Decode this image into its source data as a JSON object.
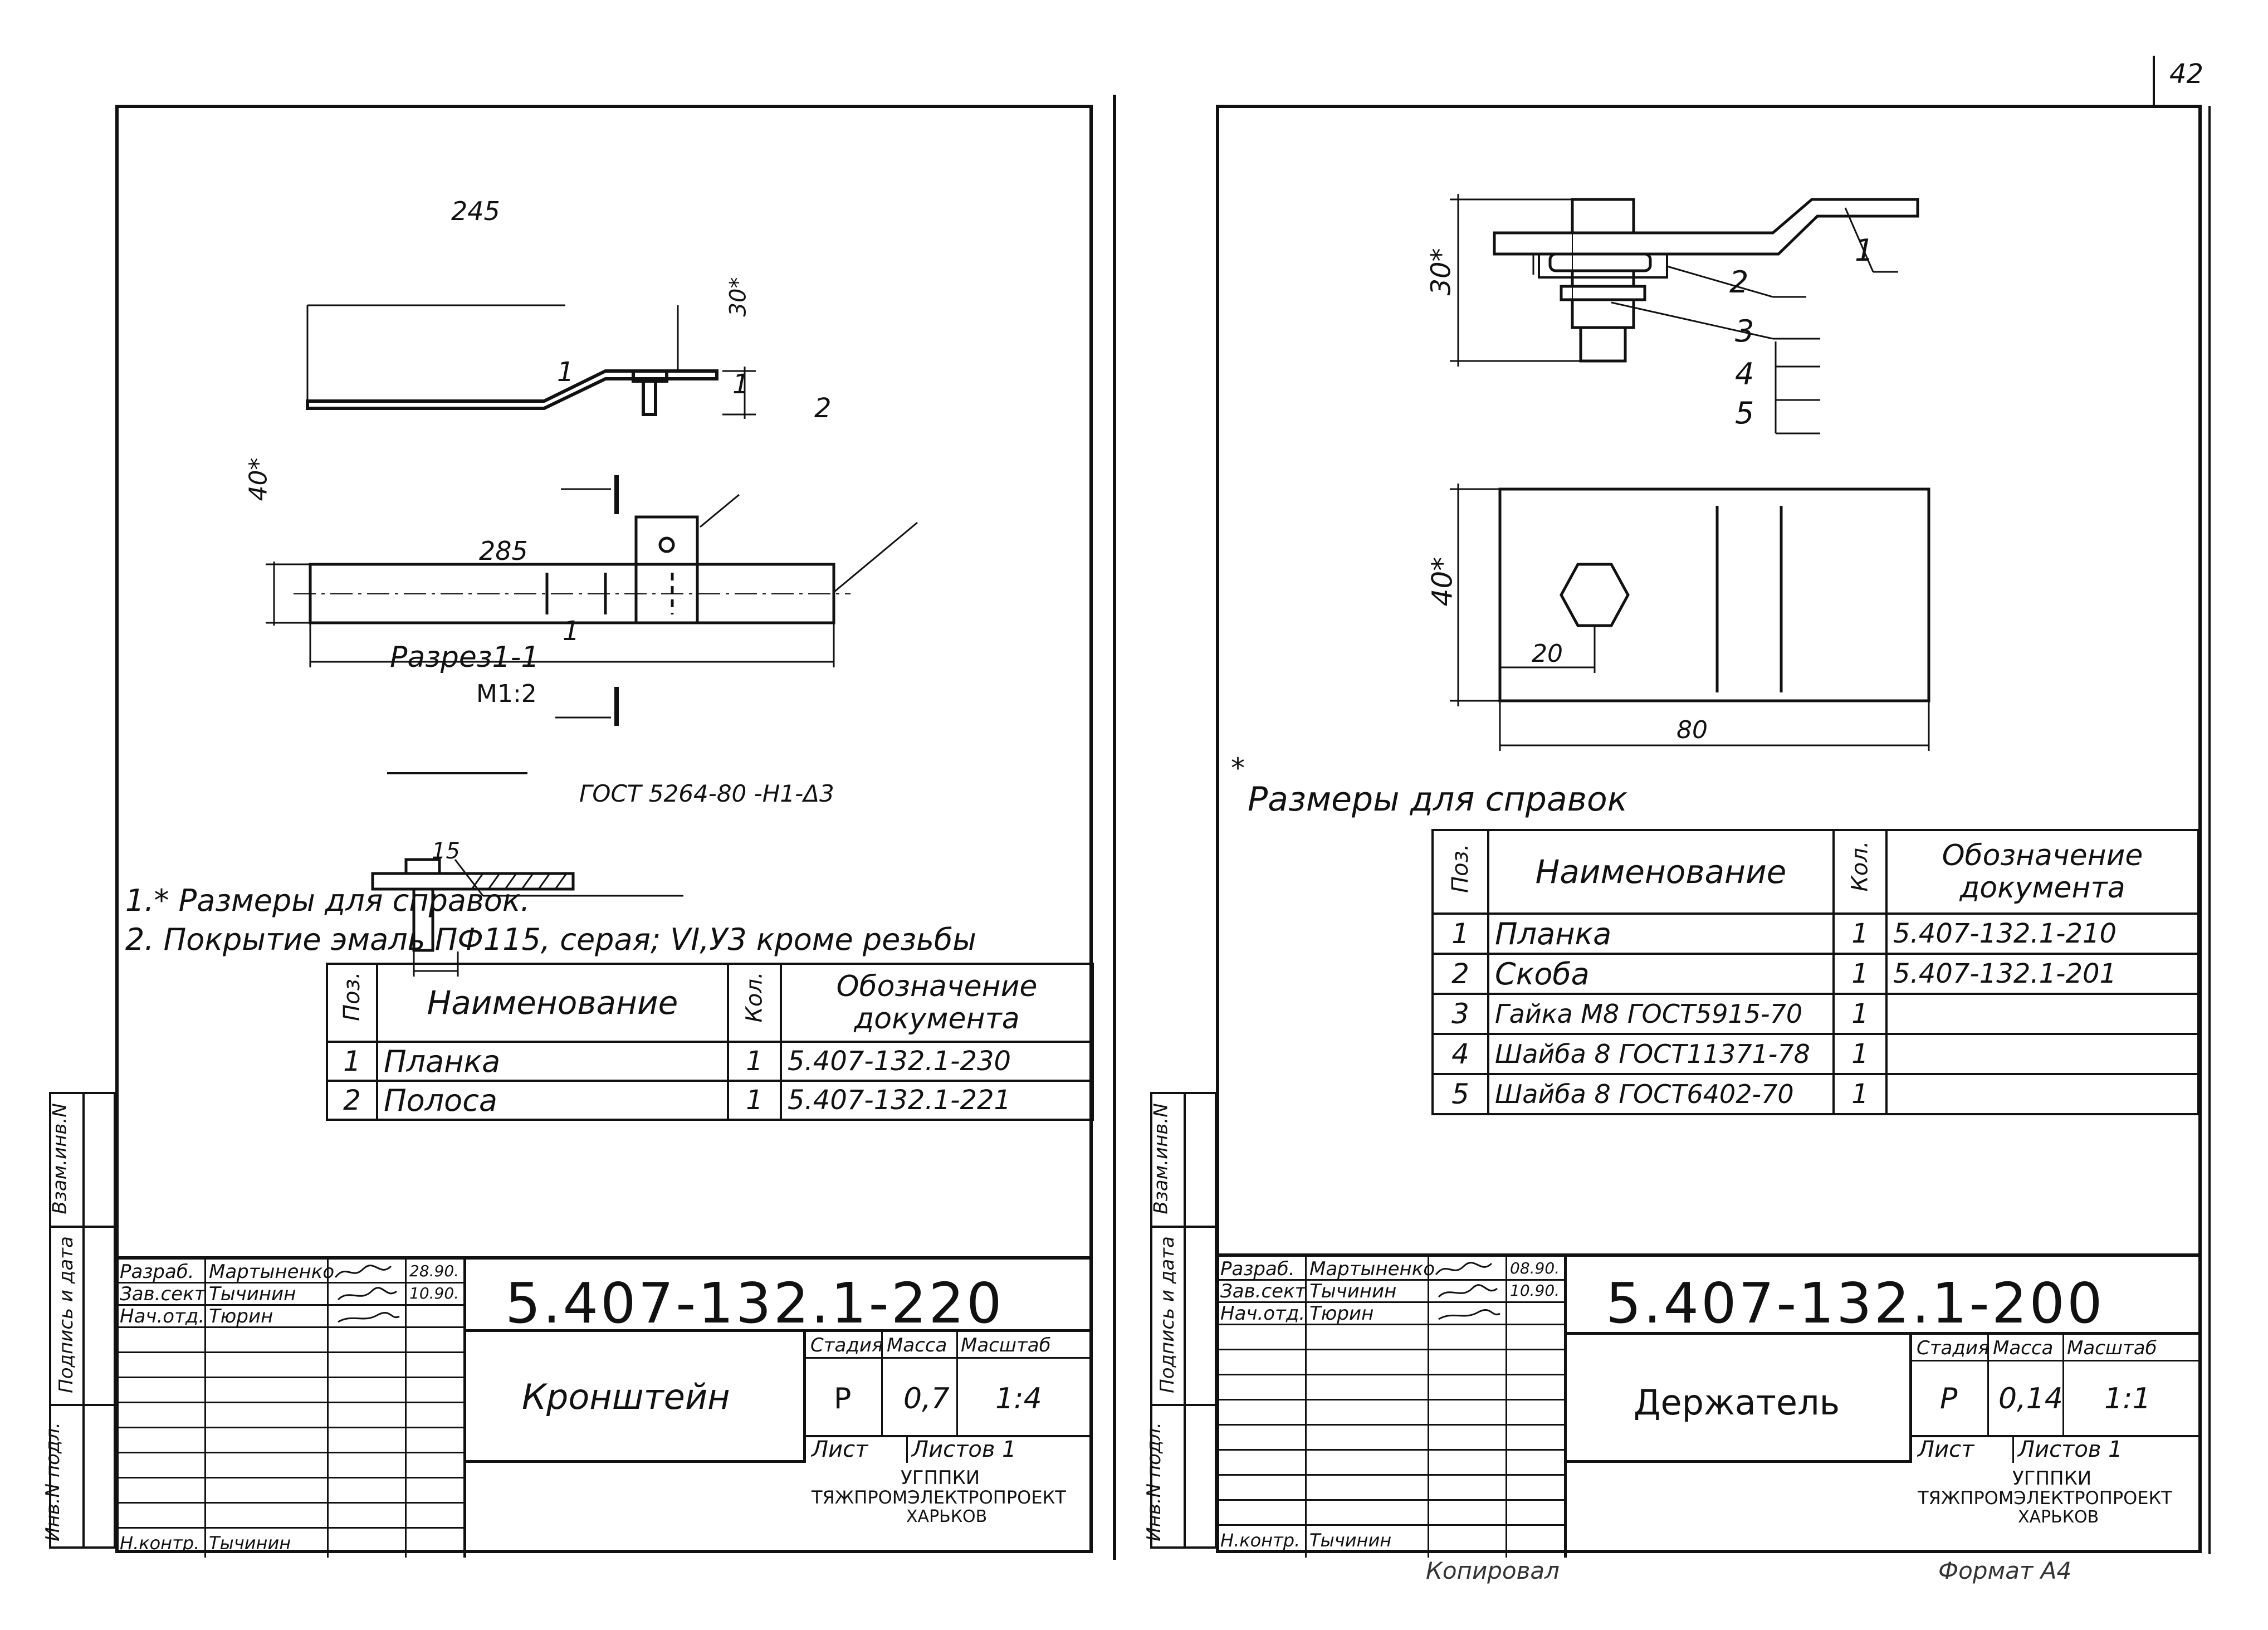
{
  "page_number": "42",
  "left_sheet": {
    "dims": {
      "d245": "245",
      "d30": "30*",
      "d40": "40*",
      "d285": "285",
      "d15": "15"
    },
    "callouts": {
      "pos1": "1",
      "pos2": "2",
      "section_mark": "1"
    },
    "section_title": "Разрез1-1",
    "section_scale": "М1:2",
    "weld_note": "ГОСТ 5264-80 -Н1-Δ3",
    "notes": [
      "1.* Размеры для справок.",
      "2. Покрытие эмаль ПФ115, серая; VI,У3 кроме резьбы"
    ],
    "spec_headers": {
      "pos": "Поз.",
      "name": "Наименование",
      "qty": "Кол.",
      "doc": "Обозначение документа"
    },
    "spec_rows": [
      {
        "pos": "1",
        "name": "Планка",
        "qty": "1",
        "doc": "5.407-132.1-230"
      },
      {
        "pos": "2",
        "name": "Полоса",
        "qty": "1",
        "doc": "5.407-132.1-221"
      }
    ],
    "title_block": {
      "code": "5.407-132.1-220",
      "title": "Кронштейн",
      "roles": [
        {
          "role": "Разраб.",
          "name": "Мартыненко",
          "date": "28.90."
        },
        {
          "role": "Зав.сект",
          "name": "Тычинин",
          "date": "10.90."
        },
        {
          "role": "Нач.отд.",
          "name": "Тюрин",
          "date": ""
        }
      ],
      "nkontr_role": "Н.контр.",
      "nkontr_name": "Тычинин",
      "stage_label": "Стадия",
      "mass_label": "Масса",
      "scale_label": "Масштаб",
      "stage": "Р",
      "mass": "0,7",
      "scale": "1:4",
      "sheet_label": "Лист",
      "sheets_label": "Листов 1",
      "org_line1": "УГППКИ",
      "org_line2": "ТЯЖПРОМЭЛЕКТРОПРОЕКТ",
      "org_line3": "ХАРЬКОВ"
    },
    "side_stamps": [
      "Инв.N подл.",
      "Подпись и дата",
      "Взам.инв.N"
    ]
  },
  "right_sheet": {
    "dims": {
      "d30": "30*",
      "d40": "40*",
      "d20": "20",
      "d80": "80"
    },
    "callouts": [
      "1",
      "2",
      "3",
      "4",
      "5"
    ],
    "ref_note": "Размеры для справок",
    "ref_star": "*",
    "spec_headers": {
      "pos": "Поз.",
      "name": "Наименование",
      "qty": "Кол.",
      "doc": "Обозначение документа"
    },
    "spec_rows": [
      {
        "pos": "1",
        "name": "Планка",
        "qty": "1",
        "doc": "5.407-132.1-210"
      },
      {
        "pos": "2",
        "name": "Скоба",
        "qty": "1",
        "doc": "5.407-132.1-201"
      },
      {
        "pos": "3",
        "name": "Гайка М8 ГОСТ5915-70",
        "qty": "1",
        "doc": ""
      },
      {
        "pos": "4",
        "name": "Шайба 8 ГОСТ11371-78",
        "qty": "1",
        "doc": ""
      },
      {
        "pos": "5",
        "name": "Шайба 8 ГОСТ6402-70",
        "qty": "1",
        "doc": ""
      }
    ],
    "title_block": {
      "code": "5.407-132.1-200",
      "title": "Держатель",
      "roles": [
        {
          "role": "Разраб.",
          "name": "Мартыненко",
          "date": "08.90."
        },
        {
          "role": "Зав.сект",
          "name": "Тычинин",
          "date": "10.90."
        },
        {
          "role": "Нач.отд.",
          "name": "Тюрин",
          "date": ""
        }
      ],
      "nkontr_role": "Н.контр.",
      "nkontr_name": "Тычинин",
      "stage_label": "Стадия",
      "mass_label": "Масса",
      "scale_label": "Масштаб",
      "stage": "Р",
      "mass": "0,14",
      "scale": "1:1",
      "sheet_label": "Лист",
      "sheets_label": "Листов 1",
      "org_line1": "УГППКИ",
      "org_line2": "ТЯЖПРОМЭЛЕКТРОПРОЕКТ",
      "org_line3": "ХАРЬКОВ"
    },
    "side_stamps": [
      "Инв.N подл.",
      "Подпись и дата",
      "Взам.инв.N"
    ],
    "footer": {
      "copied": "Копировал",
      "format": "Формат А4"
    }
  }
}
